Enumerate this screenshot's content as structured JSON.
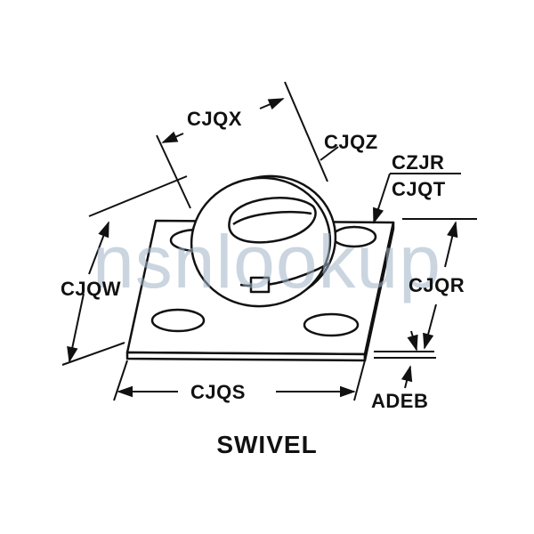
{
  "title": "SWIVEL",
  "watermark": "nsnlookup",
  "dimensions": {
    "cjqx": "CJQX",
    "cjqz": "CJQZ",
    "czjr": "CZJR",
    "cjqt": "CJQT",
    "cjqw": "CJQW",
    "cjqr": "CJQR",
    "cjqs": "CJQS",
    "adeb": "ADEB"
  },
  "colors": {
    "ink": "#111111",
    "plate_fill": "#ffffff",
    "watermark": "#9fb4c8"
  }
}
